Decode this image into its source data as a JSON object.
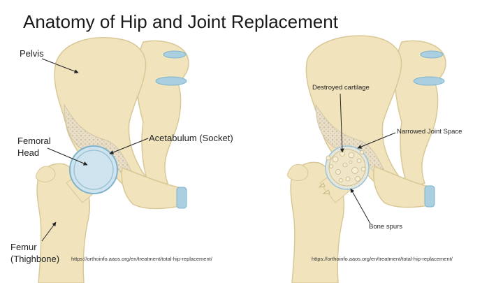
{
  "title": "Anatomy of Hip and Joint Replacement",
  "left_panel": {
    "labels": {
      "pelvis": "Pelvis",
      "femoral_head_1": "Femoral",
      "femoral_head_2": "Head",
      "acetabulum": "Acetabulum (Socket)",
      "femur_1": "Femur",
      "femur_2": "(Thighbone)"
    },
    "source": "https://orthoinfo.aaos.org/en/treatment/total-hip-replacement/"
  },
  "right_panel": {
    "labels": {
      "destroyed_cartilage": "Destroyed cartilage",
      "narrowed_joint_space": "Narrowed Joint Space",
      "bone_spurs": "Bone spurs"
    },
    "source": "https://orthoinfo.aaos.org/en/treatment/total-hip-replacement/"
  },
  "colors": {
    "bone": "#f1e4bd",
    "bone_edge": "#d9c796",
    "marrow": "#e7ddc6",
    "cartilage": "#cfe4ee",
    "cartilage_edge": "#7fb3cc",
    "spine_blue": "#a9cfe0"
  }
}
